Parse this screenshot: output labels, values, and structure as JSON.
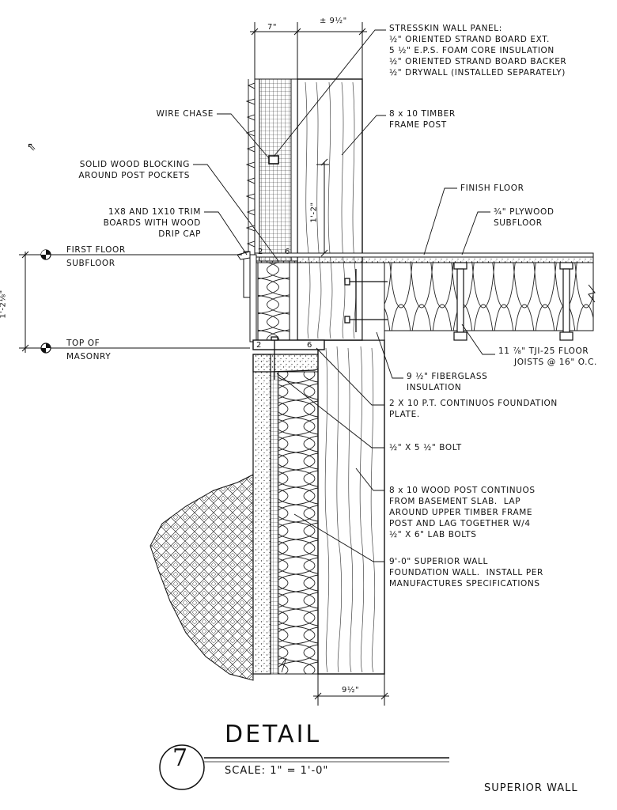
{
  "diagram": {
    "dims": {
      "top_left": "7\"",
      "top_right": "± 9½\"",
      "vertical_left": "1'-2⅛\"",
      "vertical_post": "1'-2\"",
      "bottom": "9½\""
    },
    "notes": {
      "stresskin_title": "STRESSKIN WALL PANEL:",
      "stresskin_l1": "½\" ORIENTED STRAND BOARD EXT.",
      "stresskin_l2": "5 ½\" E.P.S. FOAM CORE INSULATION",
      "stresskin_l3": "½\" ORIENTED STRAND BOARD BACKER",
      "stresskin_l4": "½\" DRYWALL (INSTALLED SEPARATELY)",
      "timber_post_l1": "8 x 10 TIMBER",
      "timber_post_l2": "FRAME POST",
      "wire_chase": "WIRE CHASE",
      "blocking_l1": "SOLID WOOD BLOCKING",
      "blocking_l2": "AROUND POST POCKETS",
      "finish_floor": "FINISH FLOOR",
      "plywood_l1": "¾\" PLYWOOD",
      "plywood_l2": "SUBFLOOR",
      "trim_l1": "1X8 AND 1X10 TRIM",
      "trim_l2": "BOARDS WITH WOOD",
      "trim_l3": "DRIP CAP",
      "first_floor_l1": "FIRST FLOOR",
      "first_floor_l2": "SUBFLOOR",
      "top_masonry_l1": "TOP OF",
      "top_masonry_l2": "MASONRY",
      "tji_l1": "11 ⅞\" TJI-25 FLOOR",
      "tji_l2": "JOISTS @ 16\" O.C.",
      "fiberglass_l1": "9 ½\" FIBERGLASS",
      "fiberglass_l2": "INSULATION",
      "plate_l1": "2 X 10 P.T. CONTINUOS FOUNDATION",
      "plate_l2": "PLATE.",
      "bolt": "½\" X 5 ½\" BOLT",
      "wood_post_l1": "8 x 10 WOOD POST CONTINUOS",
      "wood_post_l2": "FROM BASEMENT SLAB.  LAP",
      "wood_post_l3": "AROUND UPPER TIMBER FRAME",
      "wood_post_l4": "POST AND LAG TOGETHER W/4",
      "wood_post_l5": "½\" X 6\" LAB BOLTS",
      "superior_l1": "9'-0\" SUPERIOR WALL",
      "superior_l2": "FOUNDATION WALL.  INSTALL PER",
      "superior_l3": "MANUFACTURES SPECIFICATIONS",
      "plate_mark_left": "2",
      "plate_mark_right": "6",
      "sill_mark_left": "2",
      "sill_mark_right": "6"
    },
    "title_block": {
      "detail_number": "7",
      "title": "DETAIL",
      "scale": "SCALE: 1\" = 1'-0\"",
      "sheet_note": "SUPERIOR WALL"
    }
  }
}
